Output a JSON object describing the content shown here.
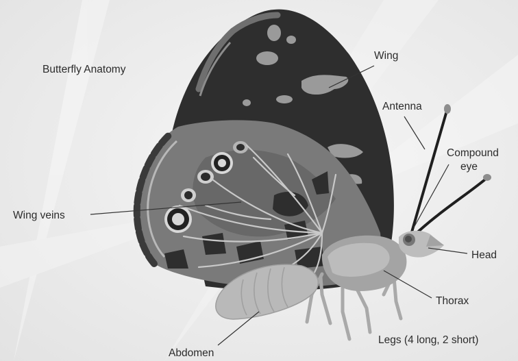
{
  "title": "Butterfly Anatomy",
  "labels": {
    "wing": "Wing",
    "antenna": "Antenna",
    "compound_eye_line1": "Compound",
    "compound_eye_line2": "eye",
    "wing_veins": "Wing veins",
    "head": "Head",
    "thorax": "Thorax",
    "legs": "Legs (4 long, 2 short)",
    "abdomen": "Abdomen"
  },
  "colors": {
    "background": "#ededed",
    "forewing": "#2f2f2f",
    "hindwing": "#7b7b7b",
    "body": "#b4b4b4",
    "leader_line": "#333333"
  }
}
